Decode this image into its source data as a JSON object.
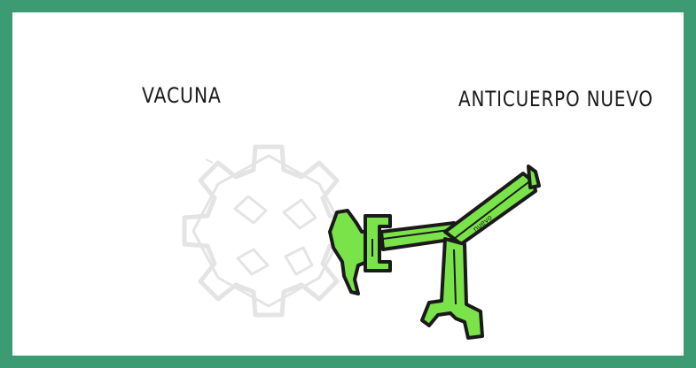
{
  "labels": {
    "vaccine": "VACUNA",
    "new_antibody": "ANTICUERPO NUEVO",
    "antibody_tag": "nuevo"
  },
  "colors": {
    "frame": "#3d9b74",
    "antibody_fill": "#7be34a",
    "antibody_outline": "#1a1a1a",
    "vaccine_outline": "#e4e4e4"
  },
  "icons": {
    "vaccine": "virus-gear-icon",
    "antibody": "antibody-icon"
  }
}
